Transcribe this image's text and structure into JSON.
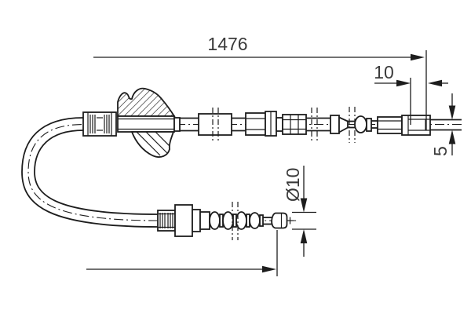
{
  "drawing": {
    "background_color": "#ffffff",
    "line_color": "#1d1d1d",
    "text_color": "#3a3a3a",
    "labels": {
      "overall_length": "1476",
      "end_section_length": "10",
      "cable_tip_diameter": "5",
      "ball_end_diameter": "Ø10"
    }
  }
}
